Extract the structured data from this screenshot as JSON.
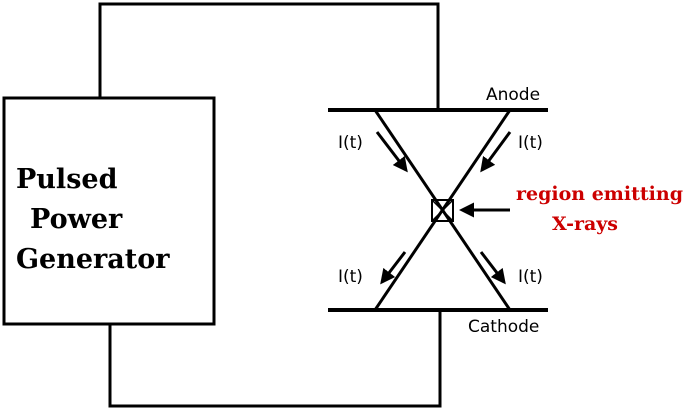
{
  "generator": {
    "lines": [
      "Pulsed",
      "Power",
      "Generator"
    ]
  },
  "electrodes": {
    "anode": "Anode",
    "cathode": "Cathode"
  },
  "current_label": "I(t)",
  "emission": {
    "line1": "region emitting",
    "line2": "X-rays",
    "color": "#cc0000"
  }
}
